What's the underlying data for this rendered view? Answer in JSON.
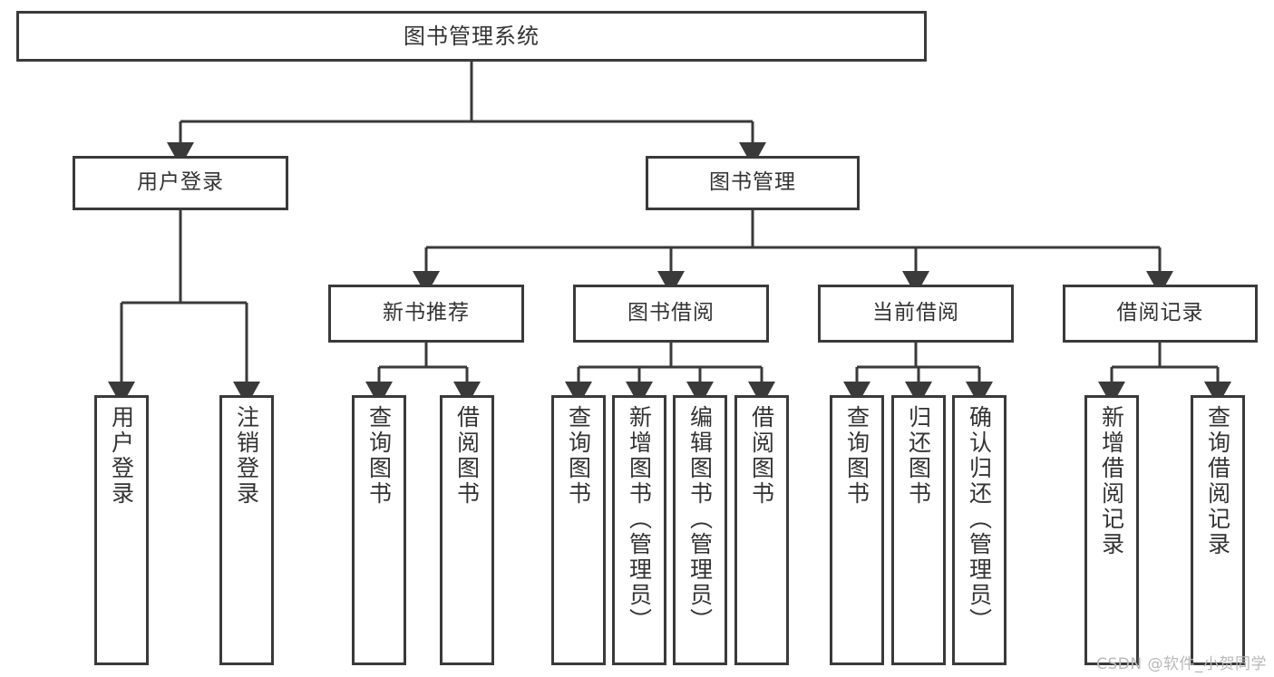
{
  "diagram": {
    "title": "图书管理系统",
    "watermark": "CSDN @软件_小贺同学",
    "accent_color": "#3a3a3a",
    "text_color": "#333333",
    "background_color": "#ffffff",
    "levels": {
      "root": {
        "label": "图书管理系统"
      },
      "level2": [
        {
          "id": "user-login",
          "label": "用户登录"
        },
        {
          "id": "book-management",
          "label": "图书管理"
        }
      ],
      "level3": [
        {
          "id": "new-book-recommend",
          "label": "新书推荐"
        },
        {
          "id": "book-borrow",
          "label": "图书借阅"
        },
        {
          "id": "current-borrow",
          "label": "当前借阅"
        },
        {
          "id": "borrow-record",
          "label": "借阅记录"
        }
      ],
      "leaves": [
        {
          "id": "leaf-user-login",
          "parent": "user-login",
          "label": "用户登录"
        },
        {
          "id": "leaf-logout-login",
          "parent": "user-login",
          "label": "注销登录"
        },
        {
          "id": "leaf-query-book-1",
          "parent": "new-book-recommend",
          "label": "查询图书"
        },
        {
          "id": "leaf-borrow-book-1",
          "parent": "new-book-recommend",
          "label": "借阅图书"
        },
        {
          "id": "leaf-query-book-2",
          "parent": "book-borrow",
          "label": "查询图书"
        },
        {
          "id": "leaf-add-book-admin",
          "parent": "book-borrow",
          "label": "新增图书（管理员）"
        },
        {
          "id": "leaf-edit-book-admin",
          "parent": "book-borrow",
          "label": "编辑图书（管理员）"
        },
        {
          "id": "leaf-borrow-book-2",
          "parent": "book-borrow",
          "label": "借阅图书"
        },
        {
          "id": "leaf-query-book-3",
          "parent": "current-borrow",
          "label": "查询图书"
        },
        {
          "id": "leaf-return-book",
          "parent": "current-borrow",
          "label": "归还图书"
        },
        {
          "id": "leaf-confirm-return-admin",
          "parent": "current-borrow",
          "label": "确认归还（管理员）"
        },
        {
          "id": "leaf-add-borrow-record",
          "parent": "borrow-record",
          "label": "新增借阅记录"
        },
        {
          "id": "leaf-query-borrow-record",
          "parent": "borrow-record",
          "label": "查询借阅记录"
        }
      ]
    }
  }
}
